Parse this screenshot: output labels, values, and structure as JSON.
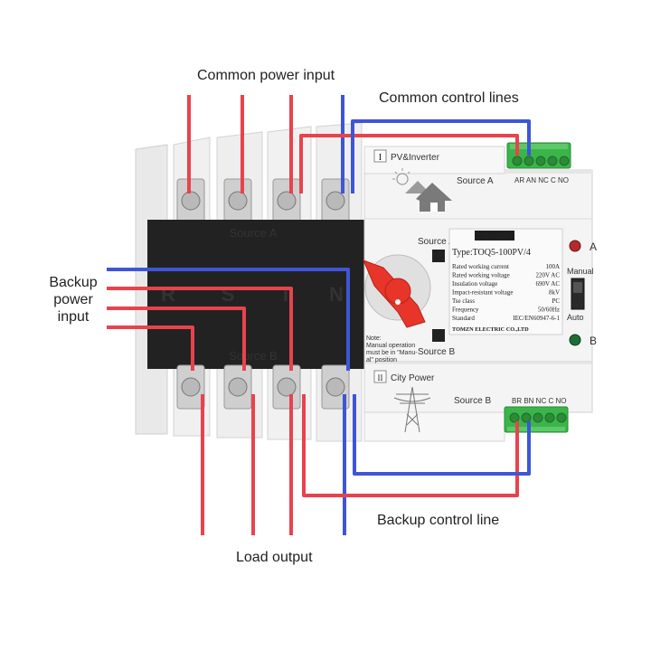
{
  "callouts": {
    "common_power_input": "Common power input",
    "common_control_lines": "Common control lines",
    "backup_power_input_1": "Backup",
    "backup_power_input_2": "power",
    "backup_power_input_3": "input",
    "backup_control_line": "Backup control line",
    "load_output": "Load output"
  },
  "module": {
    "section_a_numeral": "I",
    "section_a_name": "PV&Inverter",
    "section_a_source": "Source A",
    "section_a_terminals": "AR AN NC C NO",
    "section_b_numeral": "II",
    "section_b_name": "City Power",
    "section_b_source": "Source B",
    "section_b_terminals": "BR BN NC C NO",
    "front_source_a": "Source A",
    "front_source_b": "Source B",
    "brand": "TOMZN",
    "type_line": "Type:TOQ5-100PV/4",
    "specs": [
      {
        "label": "Rated working current",
        "value": "100A"
      },
      {
        "label": "Rated working voltage",
        "value": "220V AC"
      },
      {
        "label": "Insulation voltage",
        "value": "690V AC"
      },
      {
        "label": "Impact-resistant voltage",
        "value": "8kV"
      },
      {
        "label": "Tse class",
        "value": "PC"
      },
      {
        "label": "Frequency",
        "value": "50/60Hz"
      },
      {
        "label": "Standard",
        "value": "IEC/EN60947-6-1"
      }
    ],
    "company": "TOMZN ELECTRIC CO.,LTD",
    "indicator_a": "A",
    "indicator_b": "B",
    "mode_manual": "Manual",
    "mode_auto": "Auto",
    "note_1": "Note:",
    "note_2": "Manual operation",
    "note_3": "must be in \"Manu-",
    "note_4": "al\" position"
  },
  "block": {
    "top_label": "Source A",
    "bottom_label": "Source B",
    "poles": [
      "R",
      "S",
      "T",
      "N"
    ]
  },
  "colors": {
    "live_wire": "#e8434d",
    "neutral_wire": "#3e56d6",
    "block": "#222222",
    "housing": "#f3f3f3",
    "terminal": "#3bb54a",
    "lever": "#e8352a"
  }
}
